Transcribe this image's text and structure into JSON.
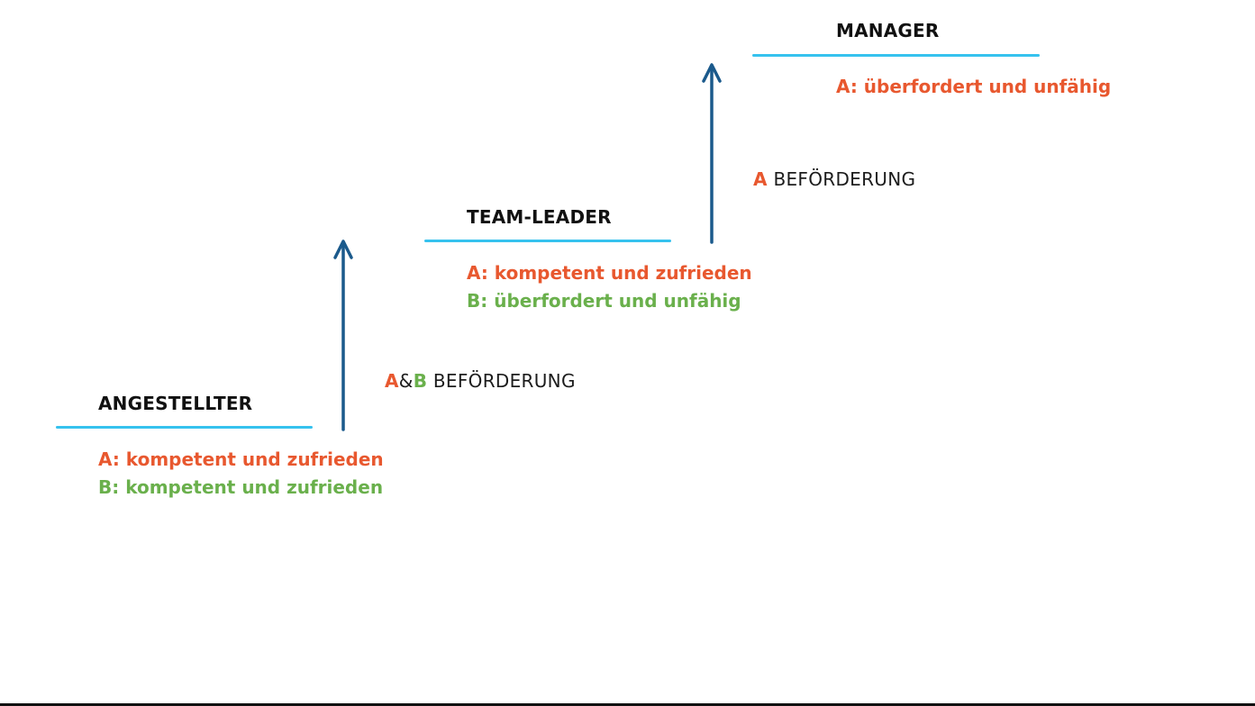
{
  "colors": {
    "worker_a": "#e8582f",
    "worker_b": "#6ab04c",
    "level_line": "#36c2ee",
    "arrow": "#1b5a8c",
    "text": "#111111"
  },
  "levels": {
    "employee": {
      "title": "ANGESTELLTER",
      "a_status": "A: kompetent und zufrieden",
      "b_status": "B: kompetent und zufrieden"
    },
    "team_leader": {
      "title": "TEAM-LEADER",
      "a_status": "A: kompetent und zufrieden",
      "b_status": "B: überfordert und unfähig"
    },
    "manager": {
      "title": "MANAGER",
      "a_status": "A: überfordert und unfähig"
    }
  },
  "promotions": {
    "first": {
      "a": "A",
      "amp": "&",
      "b": "B",
      "label": "BEFÖRDERUNG"
    },
    "second": {
      "a": "A",
      "label": "BEFÖRDERUNG"
    }
  }
}
